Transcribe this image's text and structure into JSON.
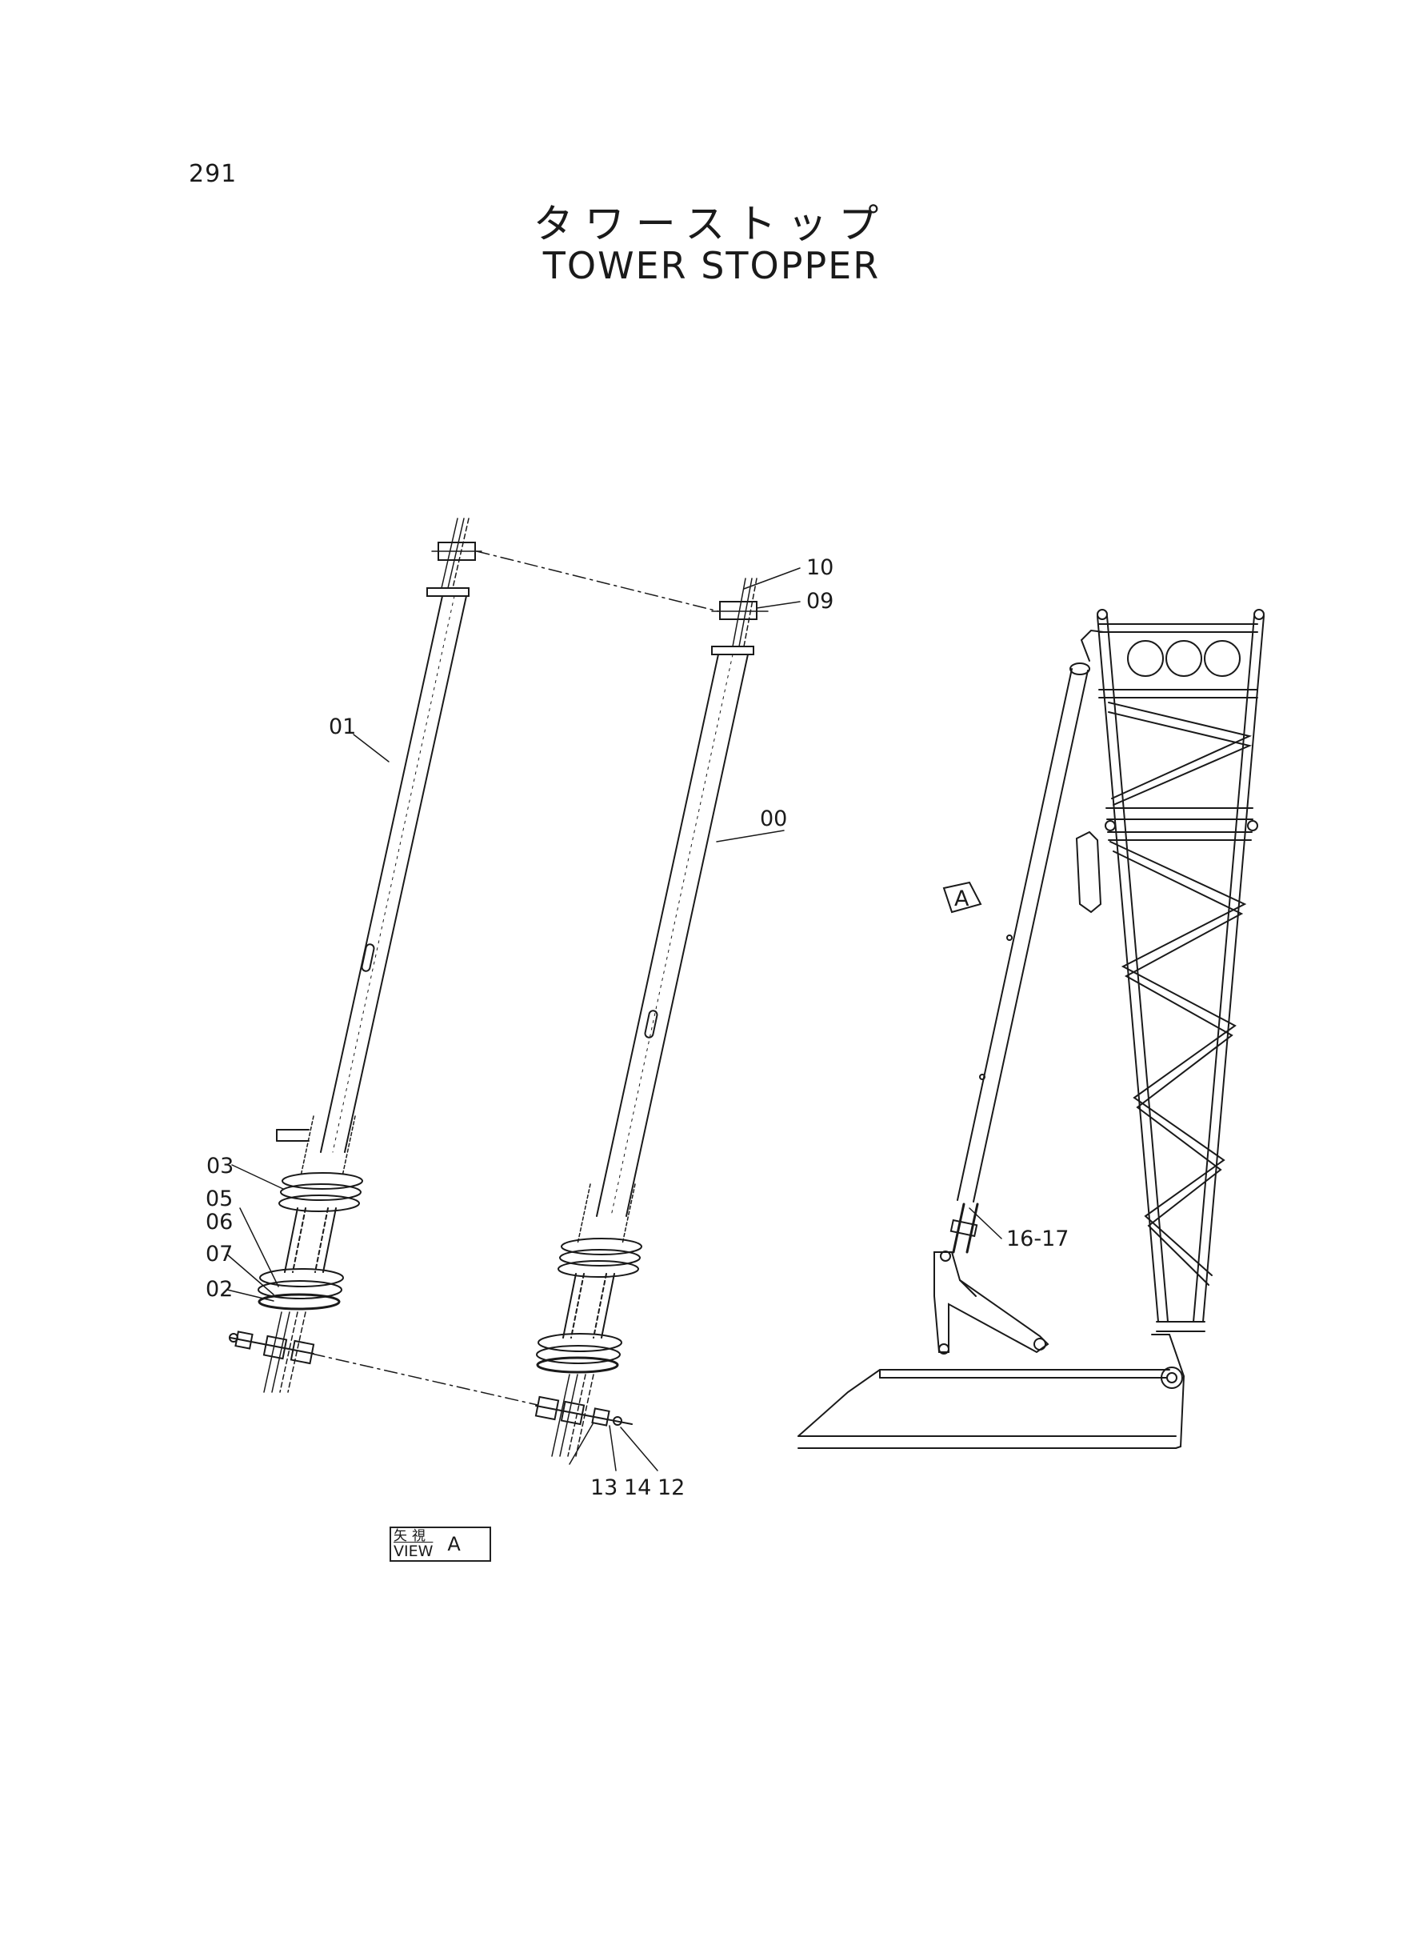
{
  "page_number": "291",
  "title": {
    "japanese": "タワーストップ",
    "english": "TOWER STOPPER"
  },
  "callouts": {
    "c01": "01",
    "c00": "00",
    "c10": "10",
    "c09": "09",
    "c03": "03",
    "c05": "05",
    "c06": "06",
    "c07": "07",
    "c02": "02",
    "c13": "13",
    "c14": "14",
    "c12": "12",
    "c1617": "16-17",
    "view_marker": "A"
  },
  "view_label": {
    "japanese": "矢視",
    "english": "VIEW",
    "letter": "A"
  }
}
